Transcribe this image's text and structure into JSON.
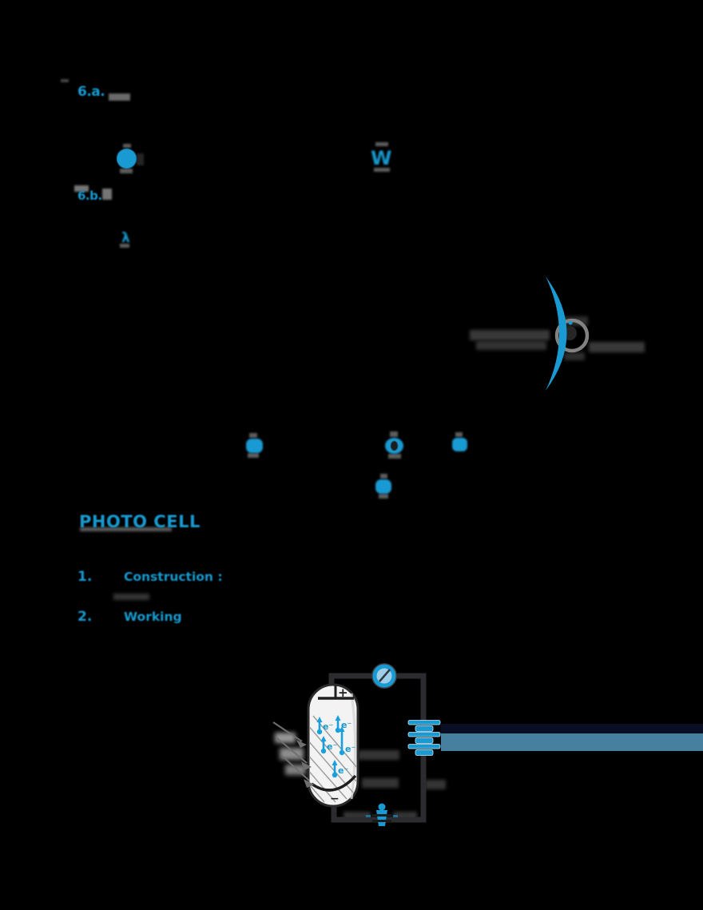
{
  "page": {
    "background": "#000000",
    "accent_cyan": "#1899cf",
    "steel_band_color": "#47809f",
    "navy_band_color": "#0a0e24"
  },
  "question_labels": {
    "part_a": "6.a.",
    "part_b": "6.b."
  },
  "inline_symbols": {
    "w_symbol": "W",
    "lambda_symbol": "λ"
  },
  "section": {
    "heading": "PHOTO CELL",
    "items": [
      {
        "num": "1.",
        "label": "Construction :"
      },
      {
        "num": "2.",
        "label": "Working"
      }
    ]
  },
  "diagram": {
    "anode_sign": "+",
    "cathode_sign": "−",
    "electron_label": "e⁻",
    "icons": [
      "galvanometer-icon",
      "battery-icon",
      "plug-key-icon",
      "photon-circle-icon",
      "light-ray-arrow-icon",
      "electron-arrow-icon",
      "swoosh-arc-icon",
      "sphere-ring-icon"
    ],
    "colors": {
      "electron_arrow": "#17a0dc",
      "battery": "#1a9ad2",
      "galvanometer_ring": "#1a9ad2",
      "tube_fill": "#f3f3f3",
      "wire": "#2c2c30"
    }
  }
}
